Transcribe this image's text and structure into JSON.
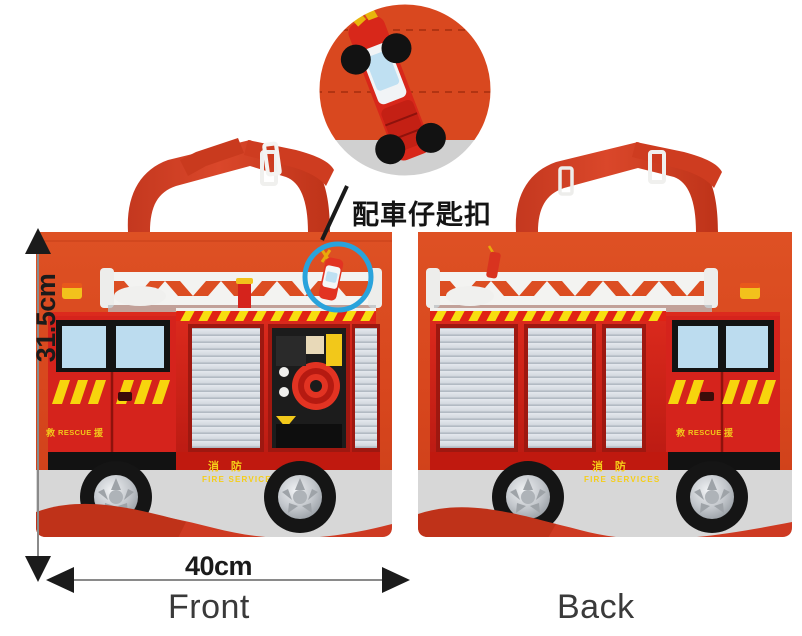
{
  "product": {
    "type": "fire-truck-tote-bag",
    "views": [
      {
        "id": "front",
        "label": "Front"
      },
      {
        "id": "back",
        "label": "Back"
      }
    ]
  },
  "dimensions": {
    "height_label": "31.5cm",
    "width_label": "40cm"
  },
  "callout": {
    "text": "配車仔匙扣",
    "highlight_shape": "circle",
    "highlight_color": "#29A3DC",
    "leader_color": "#1a1a1a"
  },
  "inset": {
    "name": "keychain-closeup",
    "shape": "circle",
    "border_color": "#ffffff",
    "contents": "miniature red fire truck keychain on orange fabric"
  },
  "bag_art": {
    "background_orange": "#D9481F",
    "background_orange_dark": "#C23C18",
    "truck_red": "#D5231C",
    "truck_red_dark": "#A8160F",
    "shutter_grey": "#D8DCE2",
    "shutter_line": "#AEB6C0",
    "window_blue": "#BCDCEF",
    "cab_black": "#141414",
    "chevron_yellow": "#F5D90A",
    "hazard_red": "#E02214",
    "ladder_white": "#F2F2F0",
    "tire_black": "#171717",
    "hub_silver": "#C9CCD0",
    "handle_red": "#D33A23",
    "buckle_white": "#F4F4F4",
    "ground_grey": "#D6D6D6",
    "truck_body_text_cn": "消防",
    "truck_body_text_en": "FIRE SERVICES",
    "cab_door_text_cn": "救",
    "cab_door_text_en": "RESCUE"
  },
  "colors": {
    "page_background": "#ffffff",
    "annotation_dark": "#1b1b1b",
    "label_grey": "#3a3a3a",
    "arrow_line": "#8a8a8a"
  }
}
